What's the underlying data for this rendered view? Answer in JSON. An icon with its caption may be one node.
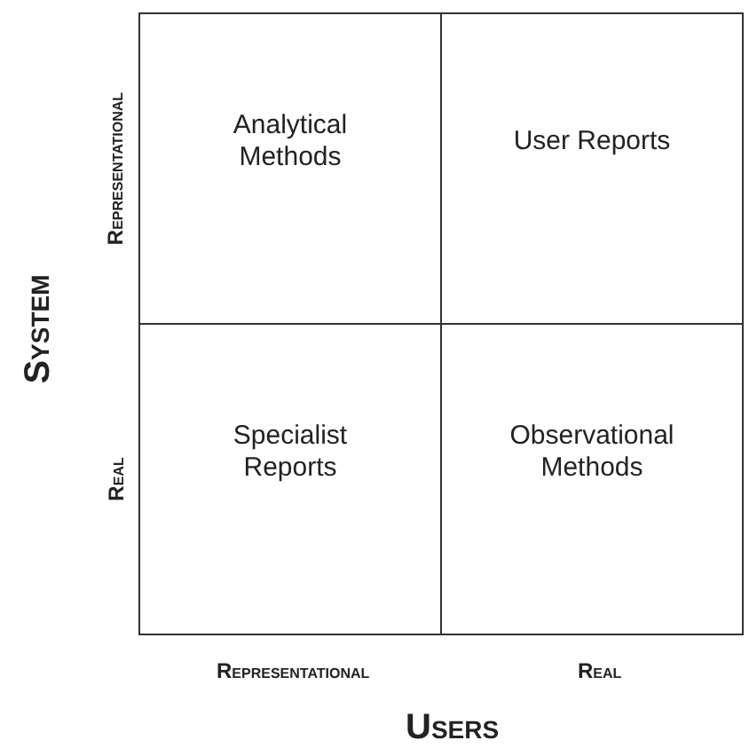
{
  "diagram": {
    "nodes": [
      {
        "text": [
          "Analytical Methods"
        ]
      },
      {
        "text": [
          "User Reports"
        ]
      },
      {
        "text": [
          "Specialist Reports"
        ]
      },
      {
        "text": [
          "Observational Methods"
        ]
      }
    ],
    "labels": [
      "Representational",
      "Real",
      "System",
      "Representational",
      "Real",
      "Users"
    ]
  }
}
